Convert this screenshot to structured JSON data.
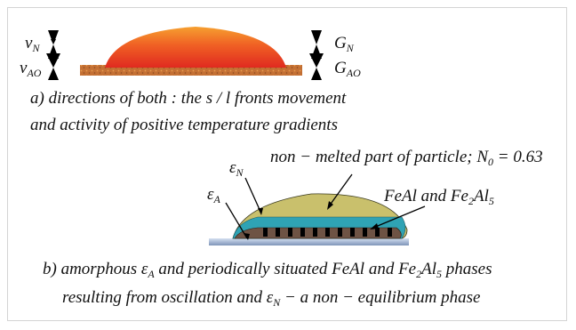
{
  "panel_a": {
    "left_labels": {
      "top": {
        "main": "v",
        "sub": "N"
      },
      "bottom": {
        "main": "v",
        "sub": "AO"
      }
    },
    "right_labels": {
      "top": {
        "main": "G",
        "sub": "N"
      },
      "bottom": {
        "main": "G",
        "sub": "AO"
      }
    },
    "caption_line1": "a) directions of both : the s / l  fronts movement",
    "caption_line2": "and activity of  positive temperature gradients"
  },
  "panel_b": {
    "label_eps_n": {
      "main": "ε",
      "sub": "N"
    },
    "label_eps_a": {
      "main": "ε",
      "sub": "A"
    },
    "label_nonmelted_prefix": "non − melted part of  particle;",
    "label_nonmelted_n0": {
      "main": "N",
      "sub": "0",
      "eq": " = 0.63"
    },
    "label_phases": {
      "p1": "FeAl and Fe",
      "sub1": "2",
      "p2": "Al",
      "sub2": "5"
    },
    "caption_line1": {
      "t1": "b) amorphous ε",
      "s1": "A",
      "t2": " and periodically situated FeAl and Fe",
      "s2": "2",
      "t3": "Al",
      "s3": "5",
      "t4": " phases"
    },
    "caption_line2": {
      "t1": "resulting  from oscillation and ε",
      "s1": "N",
      "t2": " − a non − equilibrium phase"
    }
  },
  "colors": {
    "melt_outer": "#f25a1e",
    "melt_inner": "#e8321e",
    "melt_top": "#f6902a",
    "substrate": "#c8742e",
    "dome_top": "#c8c06a",
    "dome_mid": "#3aa7b2",
    "dome_base": "#7a5a48",
    "plate": "#9fb2cc",
    "black": "#000000"
  }
}
